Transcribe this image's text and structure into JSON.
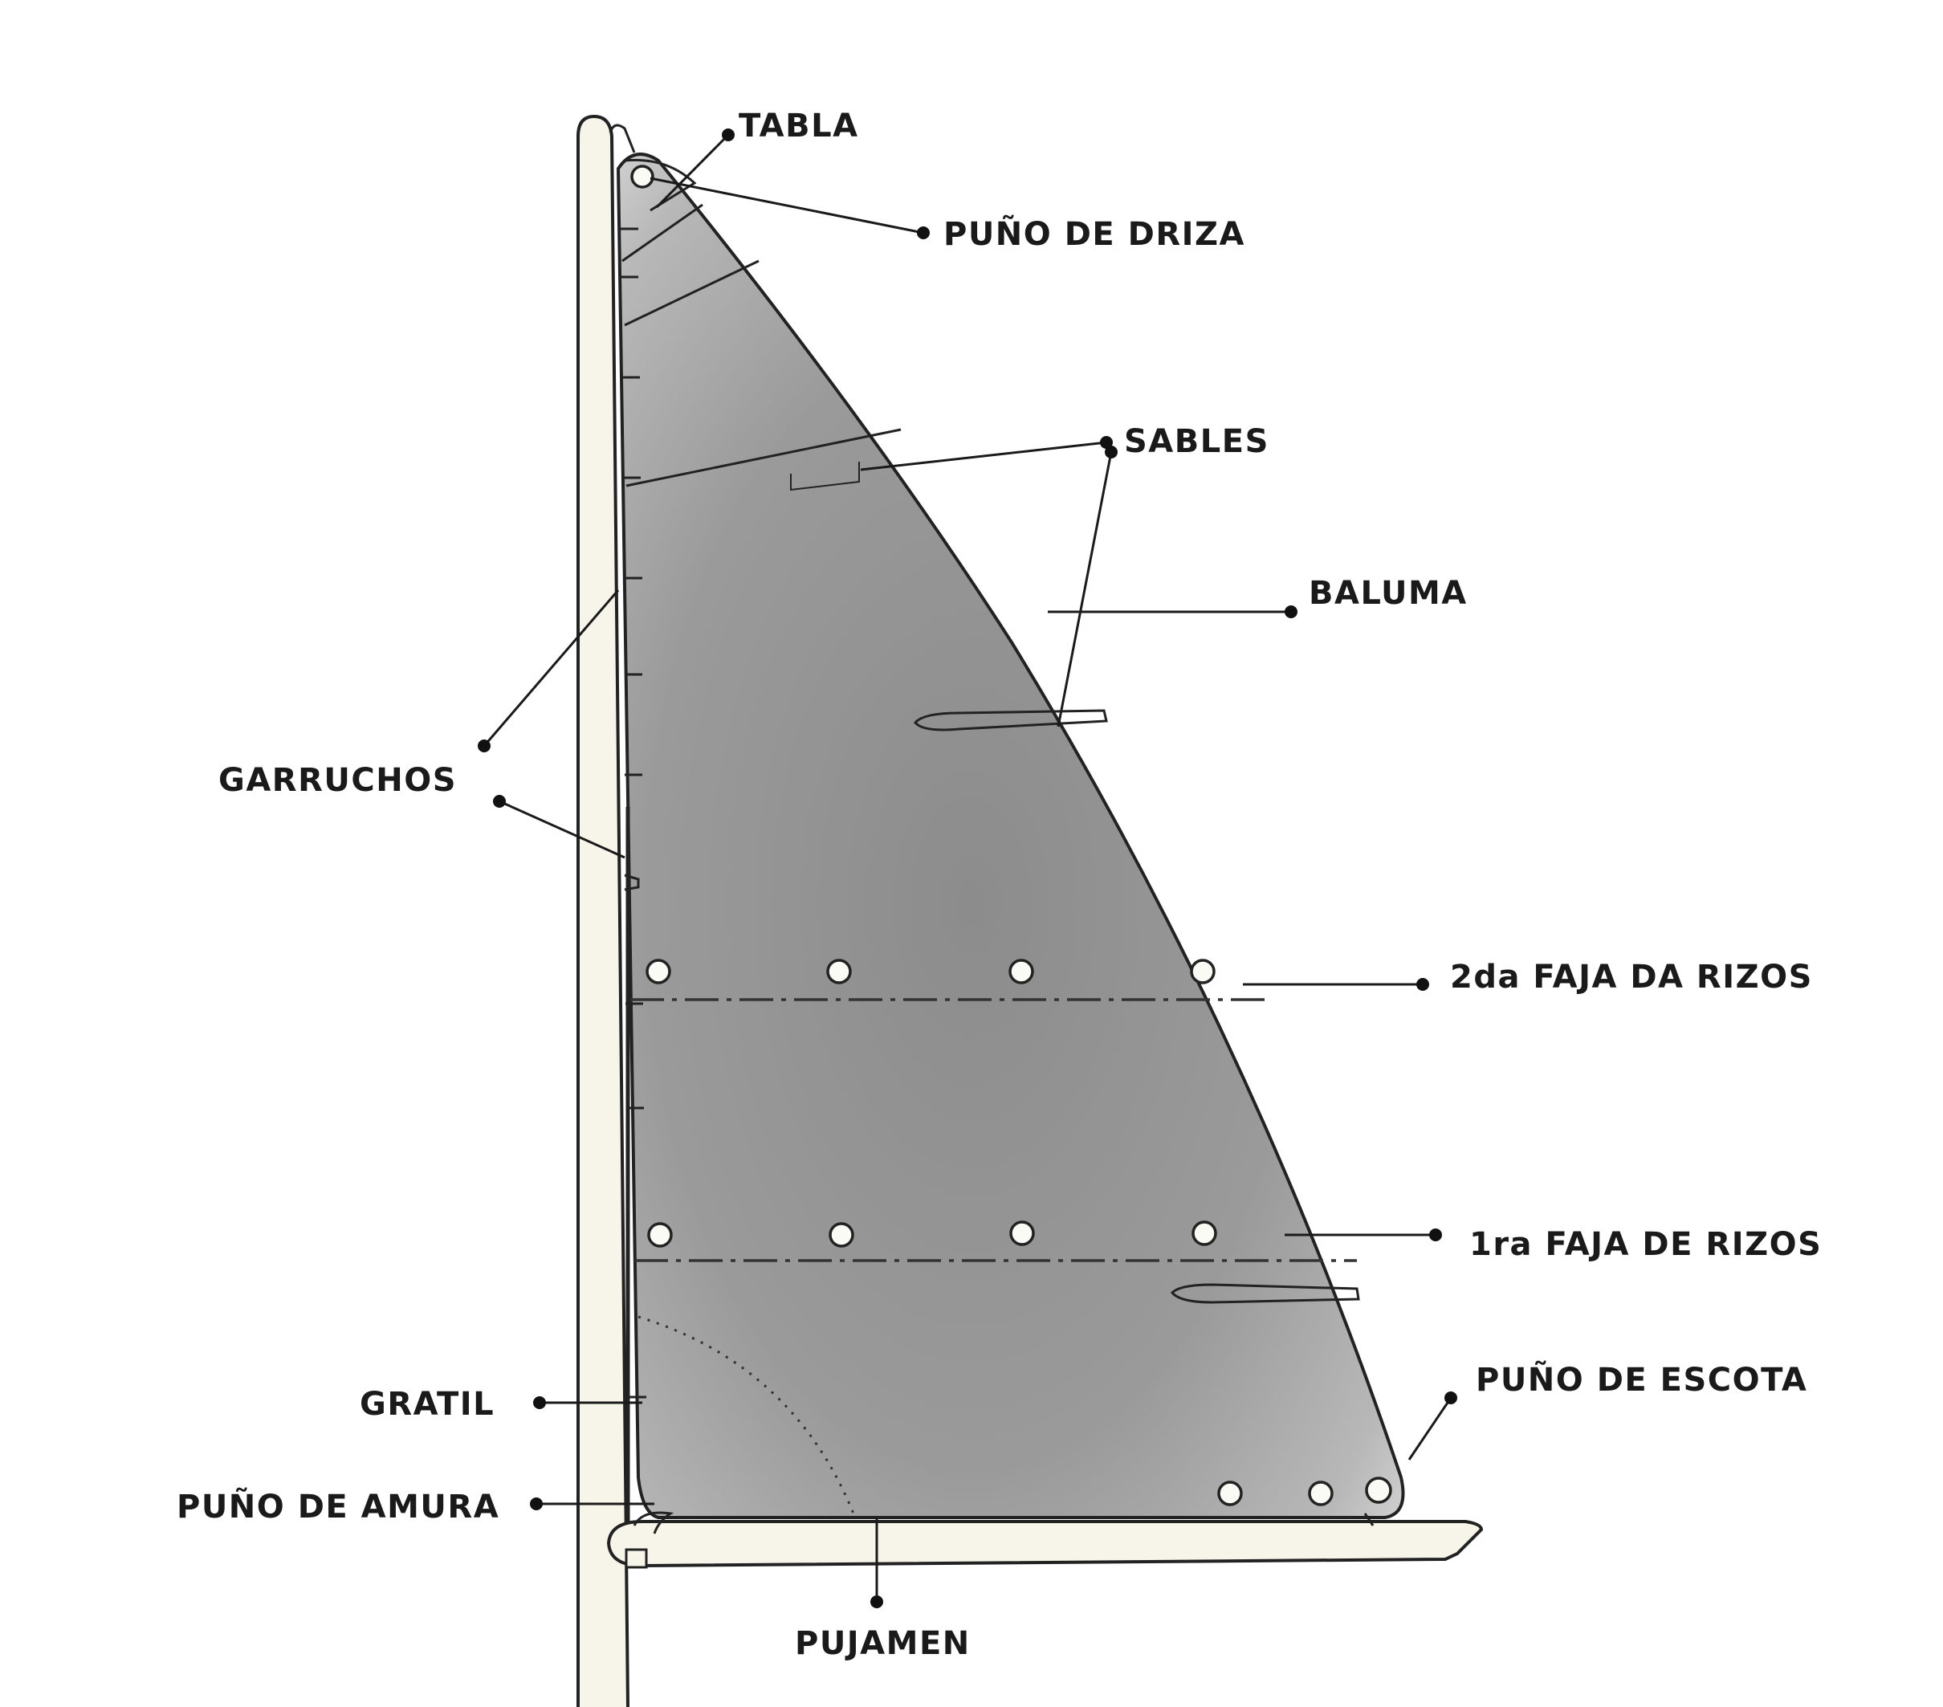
{
  "diagram": {
    "labels": {
      "tabla": "TABLA",
      "puno_de_driza": "PUÑO DE DRIZA",
      "sables": "SABLES",
      "baluma": "BALUMA",
      "garruchos": "GARRUCHOS",
      "segunda_faja": "2da FAJA DA RIZOS",
      "primera_faja": "1ra FAJA DE RIZOS",
      "puno_de_escota": "PUÑO DE ESCOTA",
      "gratil": "GRATIL",
      "puno_de_amura": "PUÑO DE AMURA",
      "pujamen": "PUJAMEN"
    },
    "colors": {
      "sail_center": "#8f8f8f",
      "sail_edge": "#d6d6d6",
      "ink": "#1a1a1a",
      "spar": "#f7f4ea"
    }
  }
}
